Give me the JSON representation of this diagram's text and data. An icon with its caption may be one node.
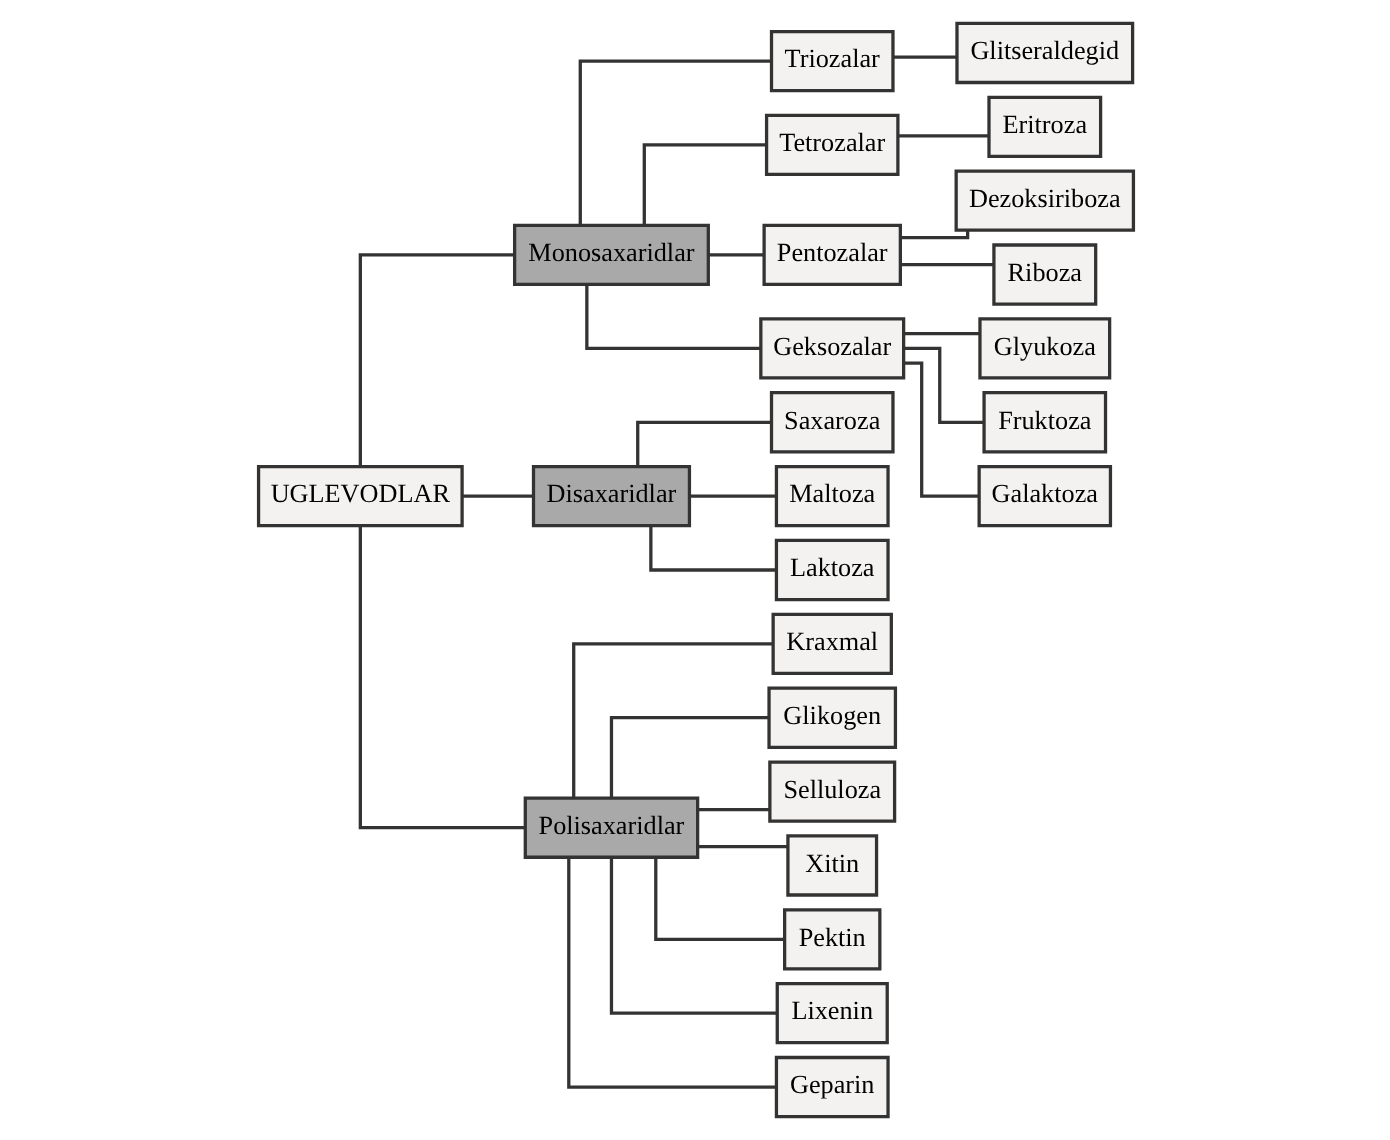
{
  "diagram": {
    "nodes": [
      {
        "text": [
          "UGLEVODLAR"
        ]
      },
      {
        "text": [
          "Monosaxaridlar"
        ]
      },
      {
        "text": [
          "Disaxaridlar"
        ]
      },
      {
        "text": [
          "Polisaxaridlar"
        ]
      },
      {
        "text": [
          "Triozalar"
        ]
      },
      {
        "text": [
          "Glitseraldegid"
        ]
      },
      {
        "text": [
          "Tetrozalar"
        ]
      },
      {
        "text": [
          "Eritroza"
        ]
      },
      {
        "text": [
          "Pentozalar"
        ]
      },
      {
        "text": [
          "Dezoksiriboza"
        ]
      },
      {
        "text": [
          "Riboza"
        ]
      },
      {
        "text": [
          "Geksozalar"
        ]
      },
      {
        "text": [
          "Glyukoza"
        ]
      },
      {
        "text": [
          "Fruktoza"
        ]
      },
      {
        "text": [
          "Galaktoza"
        ]
      },
      {
        "text": [
          "Saxaroza"
        ]
      },
      {
        "text": [
          "Maltoza"
        ]
      },
      {
        "text": [
          "Laktoza"
        ]
      },
      {
        "text": [
          "Kraxmal"
        ]
      },
      {
        "text": [
          "Glikogen"
        ]
      },
      {
        "text": [
          "Selluloza"
        ]
      },
      {
        "text": [
          "Xitin"
        ]
      },
      {
        "text": [
          "Pektin"
        ]
      },
      {
        "text": [
          "Lixenin"
        ]
      },
      {
        "text": [
          "Geparin"
        ]
      }
    ],
    "edges": [
      {
        "from": 0,
        "to": 1,
        "arrow": "none"
      },
      {
        "from": 0,
        "to": 2,
        "arrow": "none"
      },
      {
        "from": 0,
        "to": 3,
        "arrow": "none"
      },
      {
        "from": 1,
        "to": 4,
        "arrow": "none"
      },
      {
        "from": 4,
        "to": 5,
        "arrow": "none"
      },
      {
        "from": 1,
        "to": 6,
        "arrow": "none"
      },
      {
        "from": 6,
        "to": 7,
        "arrow": "none"
      },
      {
        "from": 1,
        "to": 8,
        "arrow": "none"
      },
      {
        "from": 8,
        "to": 9,
        "arrow": "none"
      },
      {
        "from": 8,
        "to": 10,
        "arrow": "none"
      },
      {
        "from": 1,
        "to": 11,
        "arrow": "none"
      },
      {
        "from": 11,
        "to": 12,
        "arrow": "none"
      },
      {
        "from": 11,
        "to": 13,
        "arrow": "none"
      },
      {
        "from": 11,
        "to": 14,
        "arrow": "none"
      },
      {
        "from": 2,
        "to": 15,
        "arrow": "none"
      },
      {
        "from": 2,
        "to": 16,
        "arrow": "none"
      },
      {
        "from": 2,
        "to": 17,
        "arrow": "none"
      },
      {
        "from": 3,
        "to": 18,
        "arrow": "none"
      },
      {
        "from": 3,
        "to": 19,
        "arrow": "none"
      },
      {
        "from": 3,
        "to": 20,
        "arrow": "none"
      },
      {
        "from": 3,
        "to": 21,
        "arrow": "none"
      },
      {
        "from": 3,
        "to": 22,
        "arrow": "none"
      },
      {
        "from": 3,
        "to": 23,
        "arrow": "none"
      },
      {
        "from": 3,
        "to": 24,
        "arrow": "none"
      }
    ]
  }
}
